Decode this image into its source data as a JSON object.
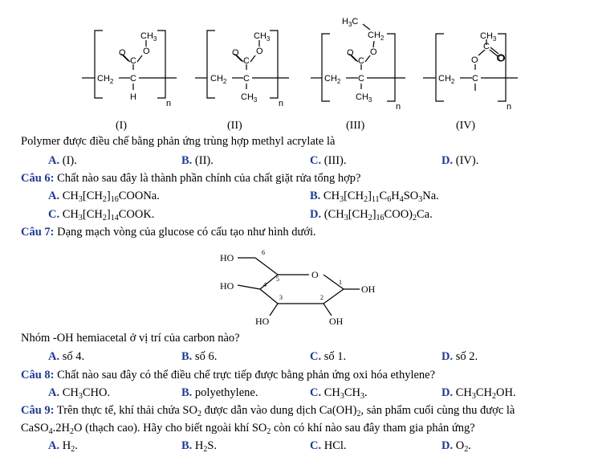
{
  "polymers": {
    "labels": [
      "(I)",
      "(II)",
      "(III)",
      "(IV)"
    ],
    "struct": {
      "ch3": "CH3",
      "h3c": "H3C",
      "ch2": "CH2",
      "c": "C",
      "o": "O",
      "h": "H",
      "n": "n"
    }
  },
  "q5": {
    "stem": "Polymer được điều chế bằng phản ứng trùng hợp methyl acrylate là",
    "options": [
      {
        "key": "A.",
        "text": "(I)."
      },
      {
        "key": "B.",
        "text": "(II)."
      },
      {
        "key": "C.",
        "text": "(III)."
      },
      {
        "key": "D.",
        "text": "(IV)."
      }
    ]
  },
  "q6": {
    "num": "Câu 6:",
    "stem": "Chất nào sau đây là thành phần chính của chất giặt rửa tổng hợp?",
    "options": [
      {
        "key": "A.",
        "text": "CH3[CH2]16COONa."
      },
      {
        "key": "B.",
        "text": "CH3[CH2]11C6H4SO3Na."
      },
      {
        "key": "C.",
        "text": "CH3[CH2]14COOK."
      },
      {
        "key": "D.",
        "text": "(CH3[CH2]16COO)2Ca."
      }
    ]
  },
  "q7": {
    "num": "Câu 7:",
    "stem": "Dạng mạch vòng của glucose có cấu tạo như hình dưới.",
    "diagram": {
      "ho_top": "HO",
      "ho_left": "HO",
      "ho_bottom": "HO",
      "oh_right": "OH",
      "oh_bottom": "OH",
      "o_ring": "O",
      "n1": "1",
      "n2": "2",
      "n3": "3",
      "n4": "4",
      "n5": "5",
      "n6": "6"
    },
    "follow": "Nhóm -OH hemiacetal ở vị trí của carbon nào?",
    "options": [
      {
        "key": "A.",
        "text": "số 4."
      },
      {
        "key": "B.",
        "text": "số 6."
      },
      {
        "key": "C.",
        "text": "số 1."
      },
      {
        "key": "D.",
        "text": "số 2."
      }
    ]
  },
  "q8": {
    "num": "Câu 8:",
    "stem": "Chất nào sau đây có thể điều chế trực tiếp được bằng phản ứng oxi hóa ethylene?",
    "options": [
      {
        "key": "A.",
        "text": "CH3CHO."
      },
      {
        "key": "B.",
        "text": "polyethylene."
      },
      {
        "key": "C.",
        "text": "CH3CH3."
      },
      {
        "key": "D.",
        "text": "CH3CH2OH."
      }
    ]
  },
  "q9": {
    "num": "Câu 9:",
    "line1": "Trên thực tế, khí thải chứa SO2 được dẫn vào dung dịch Ca(OH)2, sản phẩm cuối cùng thu được là",
    "line2": "CaSO4.2H2O (thạch cao). Hãy cho biết ngoài khí SO2 còn có khí nào sau đây tham gia phản ứng?",
    "options": [
      {
        "key": "A.",
        "text": "H2."
      },
      {
        "key": "B.",
        "text": "H2S."
      },
      {
        "key": "C.",
        "text": "HCl."
      },
      {
        "key": "D.",
        "text": "O2."
      }
    ]
  }
}
